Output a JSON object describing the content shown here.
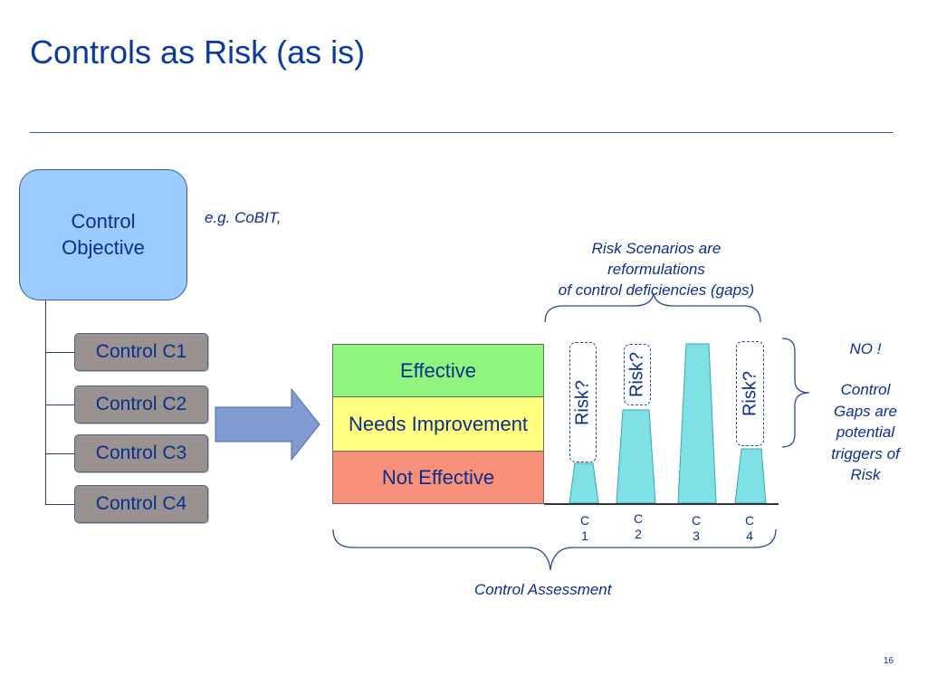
{
  "title": "Controls as Risk (as is)",
  "objective": {
    "line1": "Control",
    "line2": "Objective"
  },
  "note_cobit": "e.g. CoBIT,",
  "controls": [
    "Control C1",
    "Control C2",
    "Control C3",
    "Control C4"
  ],
  "bands": {
    "effective": "Effective",
    "needs_improvement": "Needs Improvement",
    "not_effective": "Not Effective"
  },
  "risk_scenarios_note": {
    "line1": "Risk Scenarios are",
    "line2": "reformulations",
    "line3": "of control deficiencies (gaps)"
  },
  "assessment_label": "Control Assessment",
  "bars": [
    {
      "label_line1": "C",
      "label_line2": "1",
      "risk_label": "Risk?"
    },
    {
      "label_line1": "C",
      "label_line2": "2",
      "risk_label": "Risk?"
    },
    {
      "label_line1": "C",
      "label_line2": "3",
      "risk_label": ""
    },
    {
      "label_line1": "C",
      "label_line2": "4",
      "risk_label": "Risk?"
    }
  ],
  "no_note": {
    "line1": "NO !",
    "line2": "Control",
    "line3": "Gaps are",
    "line4": "potential",
    "line5": "triggers of",
    "line6": "Risk"
  },
  "page_number": "16",
  "colors": {
    "title": "#0b3a9c",
    "objective_fill": "#9bcbff",
    "control_fill": "#9a9191",
    "effective": "#8ff57e",
    "needs_improvement": "#ffff80",
    "not_effective": "#f8907a",
    "bar_fill": "#7fe0e6",
    "arrow": "#7f9bd0"
  }
}
